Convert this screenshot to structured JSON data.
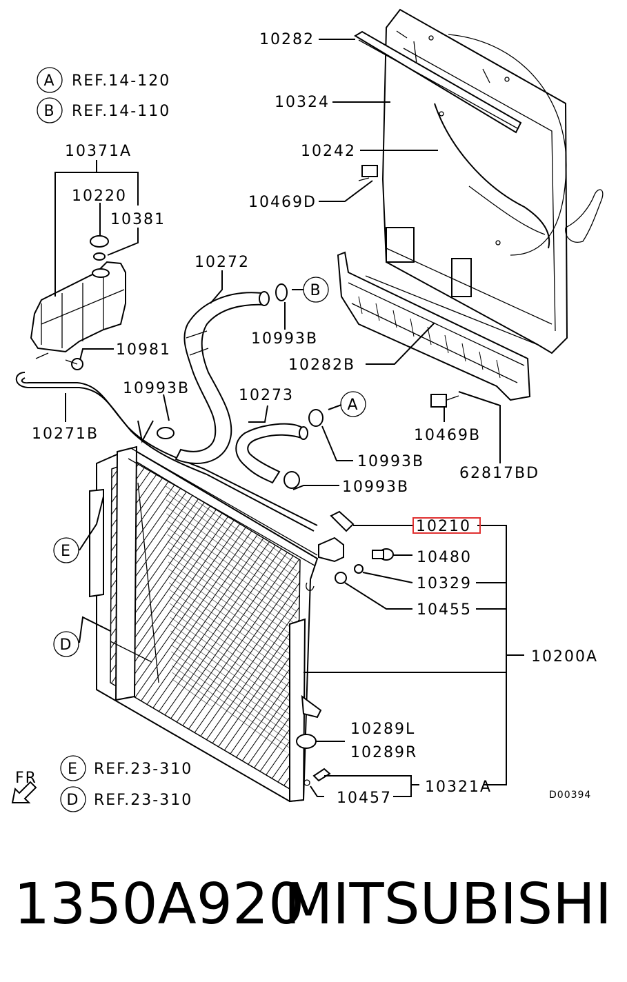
{
  "diagram": {
    "callouts": {
      "p10282": "10282",
      "p10324": "10324",
      "p10242": "10242",
      "p10469d": "10469D",
      "p10371a": "10371A",
      "p10220": "10220",
      "p10381": "10381",
      "p10272": "10272",
      "p10993b_1": "10993B",
      "p10981": "10981",
      "p10282b": "10282B",
      "p10993b_2": "10993B",
      "p10273": "10273",
      "p10271b": "10271B",
      "p10469b": "10469B",
      "p10993b_3": "10993B",
      "p62817bd": "62817BD",
      "p10993b_4": "10993B",
      "p10210": "10210",
      "p10480": "10480",
      "p10329": "10329",
      "p10455": "10455",
      "p10200a": "10200A",
      "p10289l": "10289L",
      "p10289r": "10289R",
      "p10457": "10457",
      "p10321a": "10321A"
    },
    "references": [
      {
        "letter": "A",
        "text": "REF.14-120"
      },
      {
        "letter": "B",
        "text": "REF.14-110"
      },
      {
        "letter": "E",
        "text": "REF.23-310"
      },
      {
        "letter": "D",
        "text": "REF.23-310"
      }
    ],
    "markers": {
      "b": "B",
      "a": "A",
      "e": "E",
      "d": "D"
    },
    "front_label": "FR",
    "drawing_code": "D00394",
    "highlight_color": "#e03030"
  },
  "footer": {
    "part_number": "1350A920",
    "brand": "MITSUBISHI"
  }
}
